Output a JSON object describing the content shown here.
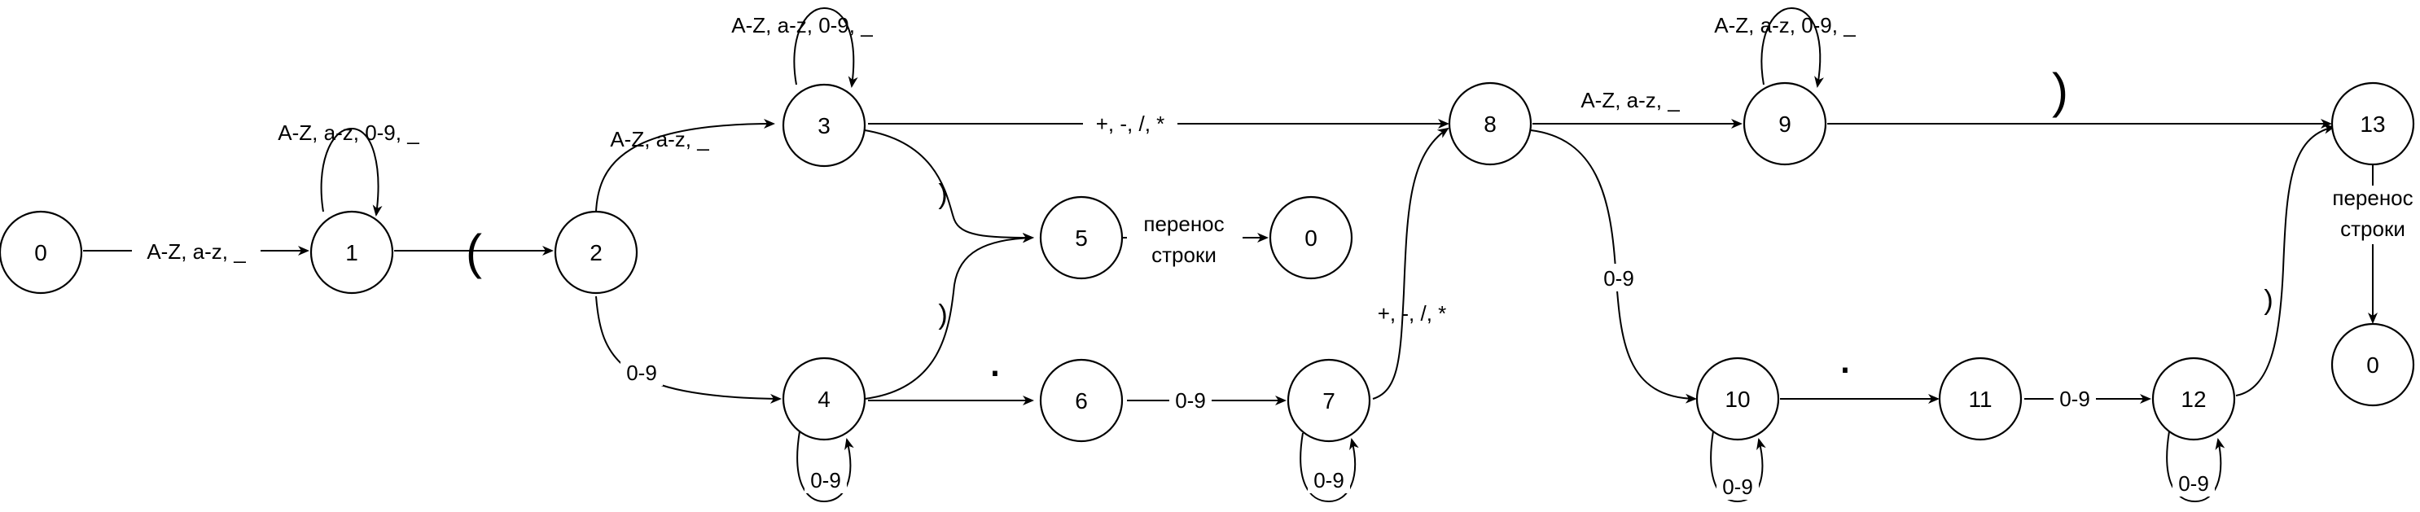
{
  "states": [
    {
      "id": "s0a",
      "label": "0"
    },
    {
      "id": "s1",
      "label": "1"
    },
    {
      "id": "s2",
      "label": "2"
    },
    {
      "id": "s3",
      "label": "3"
    },
    {
      "id": "s4",
      "label": "4"
    },
    {
      "id": "s5",
      "label": "5"
    },
    {
      "id": "s0b",
      "label": "0"
    },
    {
      "id": "s6",
      "label": "6"
    },
    {
      "id": "s7",
      "label": "7"
    },
    {
      "id": "s8",
      "label": "8"
    },
    {
      "id": "s9",
      "label": "9"
    },
    {
      "id": "s10",
      "label": "10"
    },
    {
      "id": "s11",
      "label": "11"
    },
    {
      "id": "s12",
      "label": "12"
    },
    {
      "id": "s13",
      "label": "13"
    },
    {
      "id": "s0c",
      "label": "0"
    }
  ],
  "transitions": [
    {
      "id": "t0_1",
      "label": "A-Z, a-z, _"
    },
    {
      "id": "t1_1",
      "label": "A-Z, a-z, 0-9, _"
    },
    {
      "id": "t1_2",
      "label": "("
    },
    {
      "id": "t2_3",
      "label": "A-Z, a-z, _"
    },
    {
      "id": "t3_3",
      "label": "A-Z, a-z, 0-9, _"
    },
    {
      "id": "t2_4",
      "label": "0-9"
    },
    {
      "id": "t3_5",
      "label": ")"
    },
    {
      "id": "t4_5",
      "label": ")"
    },
    {
      "id": "t5_0_line1",
      "label": "перенос"
    },
    {
      "id": "t5_0_line2",
      "label": "строки"
    },
    {
      "id": "t4_4",
      "label": "0-9"
    },
    {
      "id": "t4_6",
      "label": "."
    },
    {
      "id": "t6_7",
      "label": "0-9"
    },
    {
      "id": "t7_7",
      "label": "0-9"
    },
    {
      "id": "t3_8",
      "label": "+, -, /, *"
    },
    {
      "id": "t7_8",
      "label": "+, -, /, *"
    },
    {
      "id": "t8_9",
      "label": "A-Z, a-z, _"
    },
    {
      "id": "t9_9",
      "label": "A-Z, a-z, 0-9, _"
    },
    {
      "id": "t9_13",
      "label": ")"
    },
    {
      "id": "t8_10",
      "label": "0-9"
    },
    {
      "id": "t10_10",
      "label": "0-9"
    },
    {
      "id": "t10_11",
      "label": "."
    },
    {
      "id": "t11_12",
      "label": "0-9"
    },
    {
      "id": "t12_12",
      "label": "0-9"
    },
    {
      "id": "t12_13",
      "label": ")"
    },
    {
      "id": "t13_0_line1",
      "label": "перенос"
    },
    {
      "id": "t13_0_line2",
      "label": "строки"
    }
  ]
}
